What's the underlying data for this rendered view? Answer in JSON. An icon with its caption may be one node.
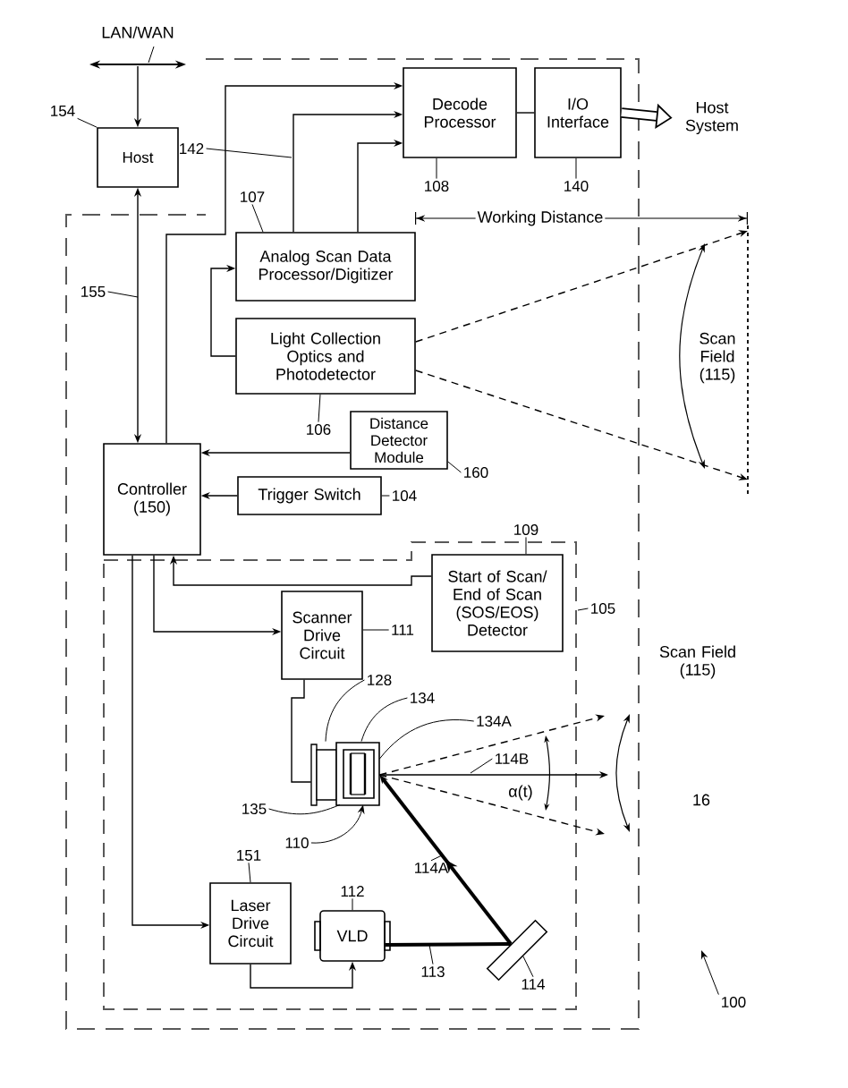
{
  "diagram": {
    "nodes": [
      {
        "text": [
          "Host"
        ]
      },
      {
        "text": [
          "Decode Processor"
        ]
      },
      {
        "text": [
          "I/O Interface"
        ]
      },
      {
        "text": [
          "Host System"
        ]
      },
      {
        "text": [
          "Analog Scan Data Processor/Digitizer"
        ]
      },
      {
        "text": [
          "Light Collection Optics and Photodetector"
        ]
      },
      {
        "text": [
          "Distance Detector Module"
        ]
      },
      {
        "text": [
          "Controller (150)"
        ]
      },
      {
        "text": [
          "Trigger Switch"
        ]
      },
      {
        "text": [
          "Scanner Drive Circuit"
        ]
      },
      {
        "text": [
          "Start of Scan/ End of Scan (SOS/EOS) Detector"
        ]
      },
      {
        "text": [
          "Laser Drive Circuit"
        ]
      },
      {
        "text": [
          "VLD"
        ]
      },
      {
        "text": [],
        "shape": "picture"
      },
      {
        "text": [],
        "shape": "bar"
      },
      {
        "text": [
          "154"
        ]
      },
      {
        "text": [
          "142"
        ]
      },
      {
        "text": [
          "107"
        ]
      },
      {
        "text": [
          "108"
        ]
      },
      {
        "text": [
          "140"
        ]
      },
      {
        "text": [
          "155"
        ]
      },
      {
        "text": [
          "106"
        ]
      },
      {
        "text": [
          "160"
        ]
      },
      {
        "text": [
          "104"
        ]
      },
      {
        "text": [
          "109"
        ]
      },
      {
        "text": [
          "105"
        ]
      },
      {
        "text": [
          "111"
        ]
      },
      {
        "text": [
          "128"
        ]
      },
      {
        "text": [
          "134"
        ]
      },
      {
        "text": [
          "134A"
        ]
      },
      {
        "text": [
          "135"
        ]
      },
      {
        "text": [
          "110"
        ]
      },
      {
        "text": [
          "151"
        ]
      },
      {
        "text": [
          "112"
        ]
      },
      {
        "text": [
          "113"
        ]
      },
      {
        "text": [
          "114"
        ]
      },
      {
        "text": [
          "114A"
        ]
      },
      {
        "text": [
          "114B"
        ]
      },
      {
        "text": [
          "100"
        ]
      }
    ],
    "edges": [
      {
        "from": null,
        "to": 0,
        "arrow": "to"
      },
      {
        "from": 0,
        "to": 7,
        "arrow": "both"
      },
      {
        "from": 7,
        "to": 1,
        "arrow": "to"
      },
      {
        "from": 4,
        "to": 1,
        "arrow": "to"
      },
      {
        "from": 4,
        "to": 1,
        "arrow": "to"
      },
      {
        "from": 1,
        "to": 2,
        "arrow": "none"
      },
      {
        "from": 2,
        "to": 3,
        "arrow": "to",
        "style": "thick"
      },
      {
        "from": 5,
        "to": 4,
        "arrow": "to"
      },
      {
        "from": 6,
        "to": 7,
        "arrow": "to"
      },
      {
        "from": 8,
        "to": 7,
        "arrow": "to"
      },
      {
        "from": 10,
        "to": 7,
        "arrow": "to"
      },
      {
        "from": 7,
        "to": 9,
        "arrow": "to"
      },
      {
        "from": 7,
        "to": 11,
        "arrow": "to"
      },
      {
        "from": 9,
        "to": 13,
        "arrow": "none"
      },
      {
        "from": 11,
        "to": 12,
        "arrow": "to"
      },
      {
        "from": 12,
        "to": 14,
        "arrow": "none",
        "style": "thick"
      },
      {
        "from": 14,
        "to": 13,
        "arrow": "to",
        "style": "thick"
      },
      {
        "from": 13,
        "to": null,
        "arrow": "to"
      },
      {
        "from": 13,
        "to": null,
        "arrow": "to",
        "style": "dashed"
      },
      {
        "from": 13,
        "to": null,
        "arrow": "to",
        "style": "dashed"
      },
      {
        "from": 5,
        "to": null,
        "arrow": "to",
        "style": "dashed"
      },
      {
        "from": 5,
        "to": null,
        "arrow": "to",
        "style": "dashed"
      },
      {
        "from": 15,
        "to": 0,
        "arrow": "none"
      },
      {
        "from": 16,
        "to": null,
        "arrow": "none"
      },
      {
        "from": 17,
        "to": 4,
        "arrow": "none"
      },
      {
        "from": 18,
        "to": 1,
        "arrow": "none"
      },
      {
        "from": 19,
        "to": 2,
        "arrow": "none"
      },
      {
        "from": 20,
        "to": null,
        "arrow": "none"
      },
      {
        "from": 21,
        "to": 5,
        "arrow": "none"
      },
      {
        "from": 22,
        "to": 6,
        "arrow": "none"
      },
      {
        "from": 23,
        "to": 8,
        "arrow": "none"
      },
      {
        "from": 24,
        "to": 10,
        "arrow": "none"
      },
      {
        "from": 25,
        "to": null,
        "arrow": "none"
      },
      {
        "from": 26,
        "to": 9,
        "arrow": "none"
      },
      {
        "from": 27,
        "to": 13,
        "arrow": "none"
      },
      {
        "from": 28,
        "to": 13,
        "arrow": "none"
      },
      {
        "from": 29,
        "to": 13,
        "arrow": "none"
      },
      {
        "from": 30,
        "to": 13,
        "arrow": "none"
      },
      {
        "from": 31,
        "to": 13,
        "arrow": "to"
      },
      {
        "from": 32,
        "to": 11,
        "arrow": "none"
      },
      {
        "from": 33,
        "to": 12,
        "arrow": "none"
      },
      {
        "from": 34,
        "to": null,
        "arrow": "none"
      },
      {
        "from": 35,
        "to": 14,
        "arrow": "none"
      },
      {
        "from": 36,
        "to": null,
        "arrow": "none"
      },
      {
        "from": 37,
        "to": null,
        "arrow": "none"
      },
      {
        "from": 38,
        "to": null,
        "arrow": "to"
      }
    ],
    "labels": [
      "LAN/WAN",
      "Working Distance",
      "Scan Field (115)",
      "α(t)",
      "Scan Field (115)",
      "16"
    ]
  }
}
